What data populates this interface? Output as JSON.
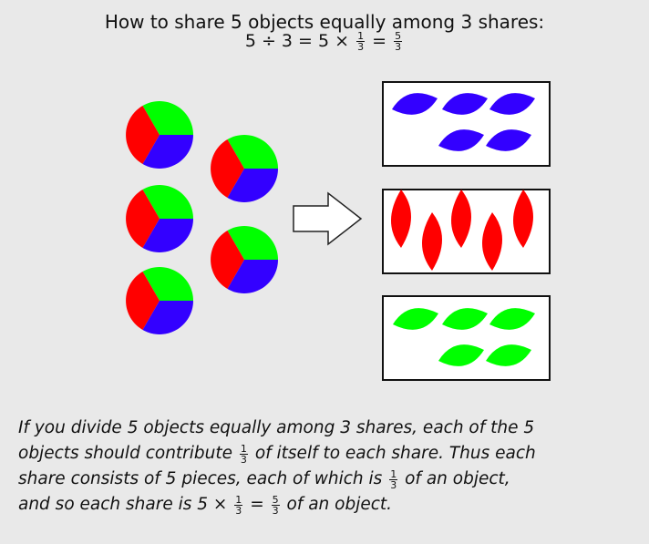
{
  "title": {
    "line1": "How to share 5 objects equally among 3 shares:",
    "eq_left": "5 ÷ 3 = 5 ×",
    "frac1_num": "1",
    "frac1_den": "3",
    "eq_mid": "=",
    "frac2_num": "5",
    "frac2_den": "3"
  },
  "colors": {
    "red": "#ff0000",
    "green": "#00ff00",
    "blue": "#3300ff",
    "box_border": "#111111",
    "box_fill": "#ffffff",
    "background": "#e9e9e9"
  },
  "caption": {
    "l1": "If you divide 5 objects equally among 3 shares, each of the 5",
    "l2a": "objects should contribute",
    "l2_num": "1",
    "l2_den": "3",
    "l2b": "of itself to each share.  Thus each",
    "l3a": "share consists of 5 pieces, each of which is",
    "l3_num": "1",
    "l3_den": "3",
    "l3b": "of an object,",
    "l4a": "and so each share is 5 ×",
    "l4_num1": "1",
    "l4_den1": "3",
    "l4_eq": "=",
    "l4_num2": "5",
    "l4_den2": "3",
    "l4b": "of an object."
  }
}
